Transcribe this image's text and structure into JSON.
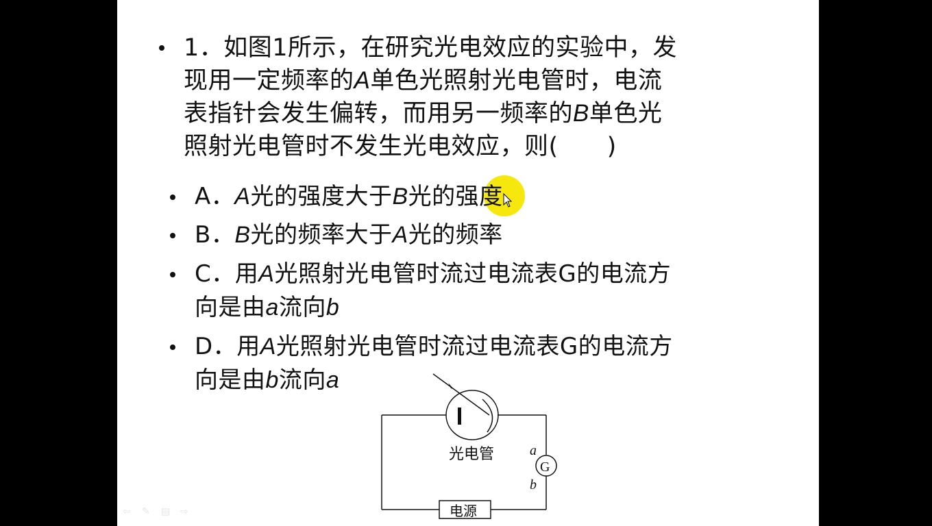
{
  "question": {
    "lines": [
      "1．如图1所示，在研究光电效应的实验中，发",
      "现用一定频率的",
      "A",
      "单色光照射光电管时，电流",
      "表指针会发生偏转，而用另一频率的",
      "B",
      "单色光",
      "照射光电管时不发生光电效应，则(　　)"
    ]
  },
  "options": {
    "A": {
      "prefix": "A．",
      "parts": [
        "A",
        "光的强度大于",
        "B",
        "光的强度"
      ]
    },
    "B": {
      "prefix": "B．",
      "parts": [
        "B",
        "光的频率大于",
        "A",
        "光的频率"
      ]
    },
    "C": {
      "prefix": "C．",
      "line1_pre": "用",
      "line1_it": "A",
      "line1_post": "光照射光电管时流过电流表G的电流方",
      "line2_pre": "向是由",
      "line2_it1": "a",
      "line2_mid": "流向",
      "line2_it2": "b"
    },
    "D": {
      "prefix": "D．",
      "line1_pre": "用",
      "line1_it": "A",
      "line1_post": "光照射光电管时流过电流表G的电流方",
      "line2_pre": "向是由",
      "line2_it1": "b",
      "line2_mid": "流向",
      "line2_it2": "a"
    }
  },
  "diagram": {
    "tube_label": "光电管",
    "galvanometer": "G",
    "terminal_a": "a",
    "terminal_b": "b",
    "power_label": "电源"
  },
  "nav": {
    "prev": "⇦",
    "pen": "✎",
    "menu": "▤",
    "next": "⇨"
  },
  "colors": {
    "highlight": "#f5e600",
    "background": "#000000",
    "slide": "#ffffff"
  }
}
